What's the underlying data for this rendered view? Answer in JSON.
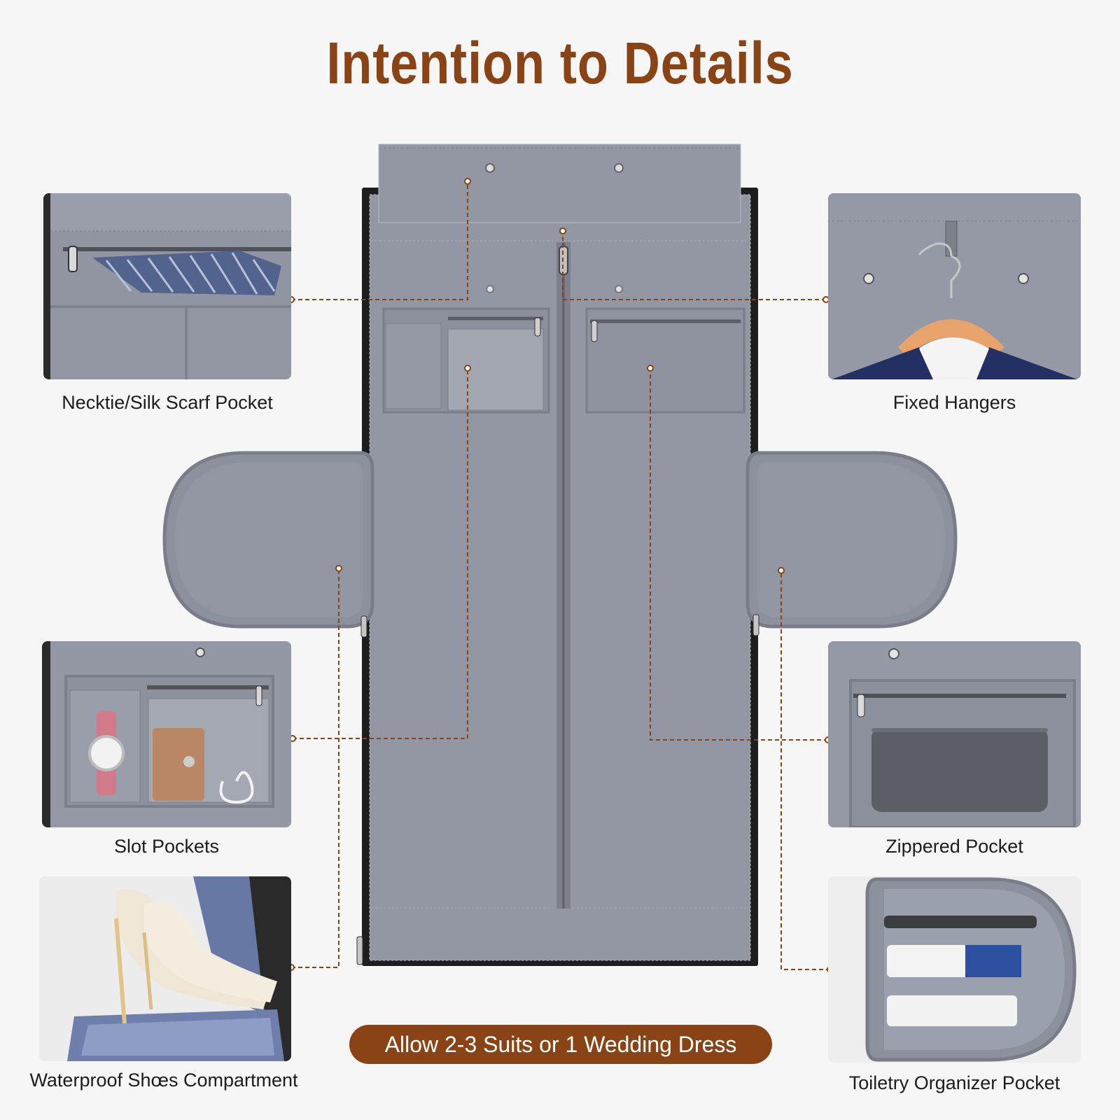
{
  "title": "Intention to Details",
  "banner": "Allow 2-3 Suits or 1 Wedding Dress",
  "captions": {
    "necktie": "Necktie/Silk Scarf Pocket",
    "hangers": "Fixed Hangers",
    "slot": "Slot Pockets",
    "zippered": "Zippered Pocket",
    "shoes": "Waterproof Shœs Compartment",
    "toiletry": "Toiletry Organizer Pocket"
  },
  "colors": {
    "title": "#8a4315",
    "banner": "#8a4315",
    "bag_gray": "#9397a4",
    "leader_line": "#8a4315"
  }
}
